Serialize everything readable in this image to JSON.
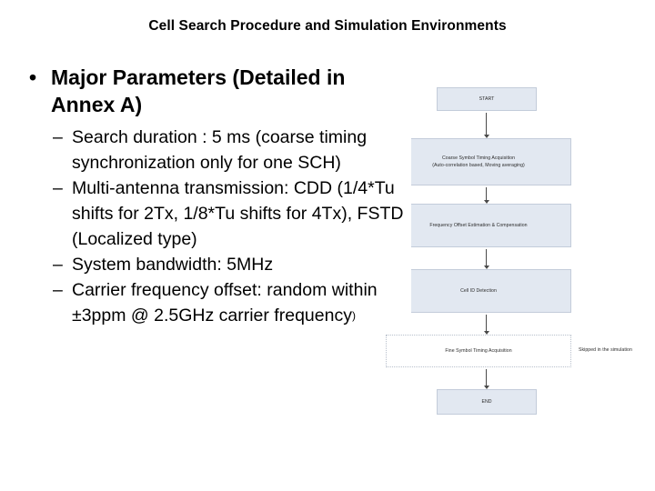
{
  "slide": {
    "title": "Cell Search Procedure and Simulation Environments"
  },
  "content": {
    "bullet_glyph": "•",
    "dash_glyph": "–",
    "level1": [
      {
        "text": "Major Parameters (Detailed in Annex A)"
      }
    ],
    "level2": [
      {
        "text": "Search duration : 5 ms (coarse timing synchronization only for one SCH)"
      },
      {
        "text": "Multi-antenna transmission: CDD (1/4*Tu shifts for 2Tx, 1/8*Tu shifts for 4Tx), FSTD (Localized type)"
      },
      {
        "text": "System bandwidth: 5MHz"
      },
      {
        "text": "Carrier frequency offset: random within ±3ppm @ 2.5GHz carrier frequency"
      }
    ],
    "tail_glyph": ")"
  },
  "flowchart": {
    "boxes": [
      {
        "id": "start",
        "label": "START"
      },
      {
        "id": "coarse",
        "label": "Coarse Symbol Timing Acquisition\n(Auto-correlation based, Moving averaging)"
      },
      {
        "id": "freq",
        "label": "Frequency Offset Estimation & Compensation"
      },
      {
        "id": "cellid",
        "label": "Cell ID Detection"
      },
      {
        "id": "fine",
        "label": "Fine Symbol Timing Acquisition"
      },
      {
        "id": "end",
        "label": "END"
      }
    ],
    "notes": [
      {
        "id": "skipped",
        "label": "Skipped in the simulation"
      }
    ],
    "colors": {
      "box_fill": "#e2e8f1",
      "box_border": "#c3ccda",
      "arrow": "#4a4a4a",
      "text": "#2b2b2b"
    }
  }
}
